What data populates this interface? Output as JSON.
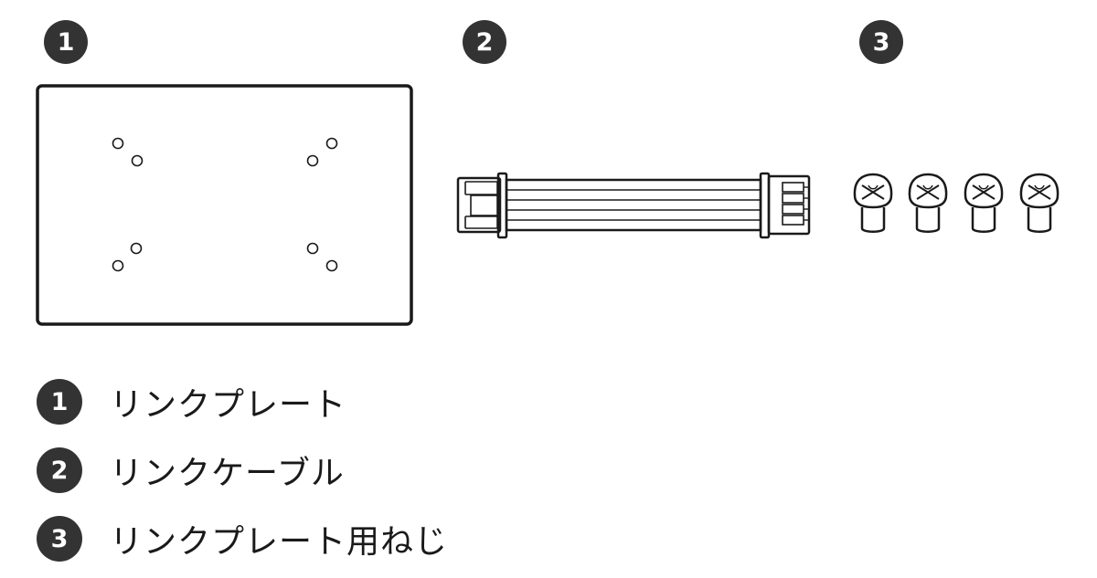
{
  "parts": [
    {
      "number": "1",
      "label": "リンクプレート"
    },
    {
      "number": "2",
      "label": "リンクケーブル"
    },
    {
      "number": "3",
      "label": "リンクプレート用ねじ"
    }
  ],
  "colors": {
    "badge": "#333333",
    "line": "#1a1a1a",
    "background": "#ffffff"
  },
  "screw_count": 4
}
